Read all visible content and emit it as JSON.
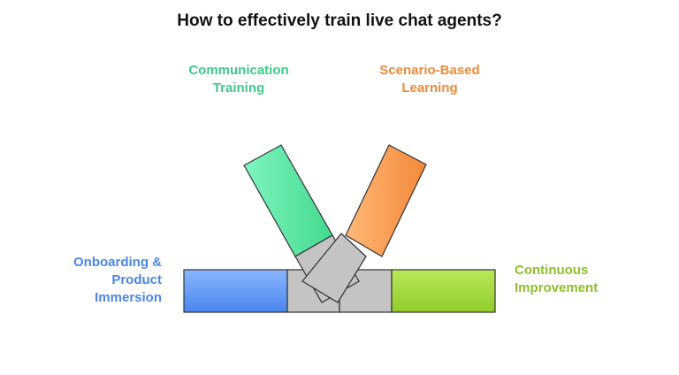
{
  "title": "How to effectively train live chat agents?",
  "steps": {
    "onboarding": {
      "line1": "Onboarding &",
      "line2": "Product",
      "line3": "Immersion",
      "color": "#5b93f5"
    },
    "communication": {
      "line1": "Communication",
      "line2": "Training",
      "color": "#5ee8a6"
    },
    "scenario": {
      "line1": "Scenario-Based",
      "line2": "Learning",
      "color": "#f79a4a"
    },
    "continuous": {
      "line1": "Continuous",
      "line2": "Improvement",
      "color": "#a7da3f"
    }
  },
  "colors": {
    "joint": "#c4c4c4",
    "outline": "#333333"
  }
}
